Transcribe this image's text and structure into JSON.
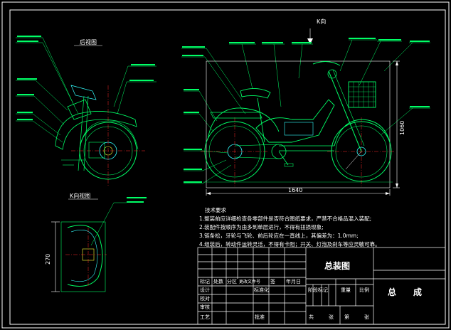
{
  "views": {
    "rear_view_title": "后视图",
    "k_view_title": "K向视图",
    "k_arrow_label": "K向"
  },
  "dimensions": {
    "length": "1640",
    "height": "1060",
    "k_view_width": "270"
  },
  "tech_requirements": {
    "title": "技术要求",
    "items": [
      "1.整装前应详细检查各零部件是否符合图纸要求，严禁不合格品混入装配;",
      "2.装配件按顺序为由多到单层进行，不得有扭损现象;",
      "3.链条松，牙轮与飞轮、前后轮应在一直线上，其偏差为：1.0mm;",
      "4.组装后，转动件运转灵活，不得有卡阻；开关、灯泡及刹车等应灵敏可靠。"
    ]
  },
  "title_block": {
    "drawing_name": "总装图",
    "assembly": "总　　成",
    "header_row": [
      "标记",
      "处数",
      "分区",
      "更改文件号",
      "签",
      "年月日"
    ],
    "left_rows": [
      "设计",
      "校对",
      "审核",
      "工艺"
    ],
    "standardize": "标准化",
    "approve": "批准",
    "stage_mark": "阶段标记",
    "weight": "重量",
    "scale": "比例",
    "sheets_total": "共",
    "sheets_label": "张",
    "sheet_no": "第",
    "sheet_label": "张"
  },
  "colors": {
    "background": "#000000",
    "green": "#00ff66",
    "white": "#ffffff",
    "red": "#ff2a2a",
    "cyan": "#33ffff",
    "yellow": "#ffff33"
  }
}
